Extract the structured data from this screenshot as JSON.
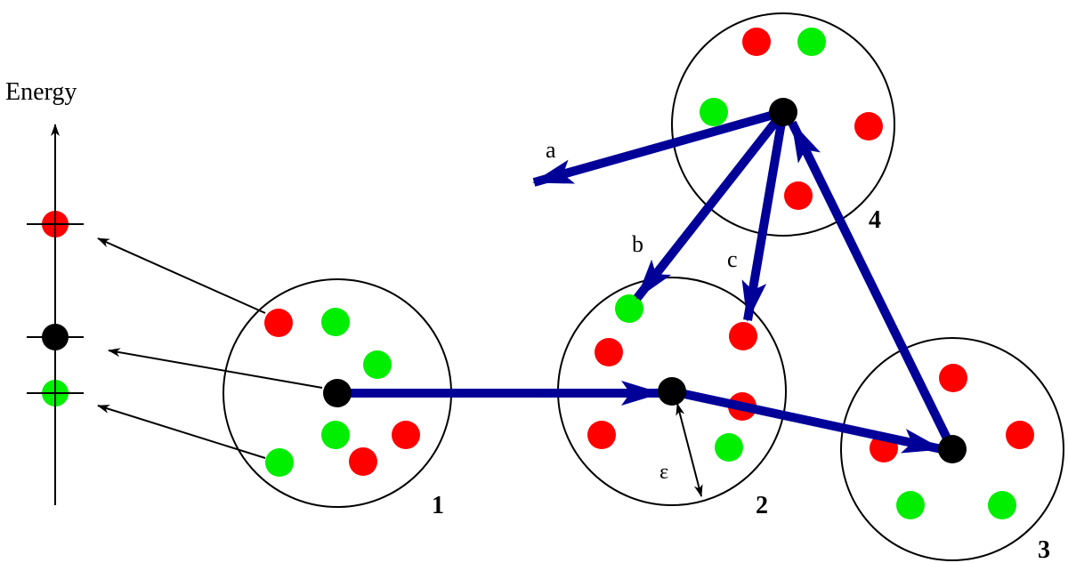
{
  "energy_axis": {
    "label": "Energy"
  },
  "cluster_labels": [
    "1",
    "2",
    "3",
    "4"
  ],
  "arrow_labels": {
    "a": "a",
    "b": "b",
    "c": "c",
    "epsilon": "ε"
  },
  "colors": {
    "excited_red": "#ff0000",
    "ground_green": "#00ee00",
    "center_black": "#000000",
    "hop_arrow": "#000099",
    "outline": "#000000"
  }
}
